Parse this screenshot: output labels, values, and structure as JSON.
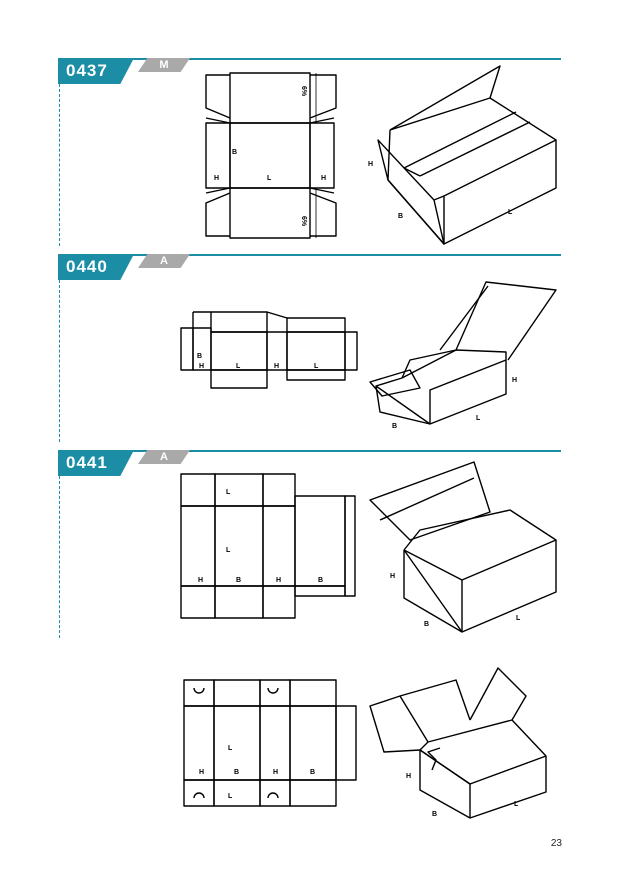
{
  "sections": [
    {
      "code": "0437",
      "letter": "M"
    },
    {
      "code": "0440",
      "letter": "A"
    },
    {
      "code": "0441",
      "letter": "A"
    }
  ],
  "dims": {
    "L": "L",
    "B": "B",
    "H": "H",
    "glue": "6%"
  },
  "page_number": "23",
  "colors": {
    "accent": "#1b8ea5",
    "tag": "#a9a9a9"
  }
}
